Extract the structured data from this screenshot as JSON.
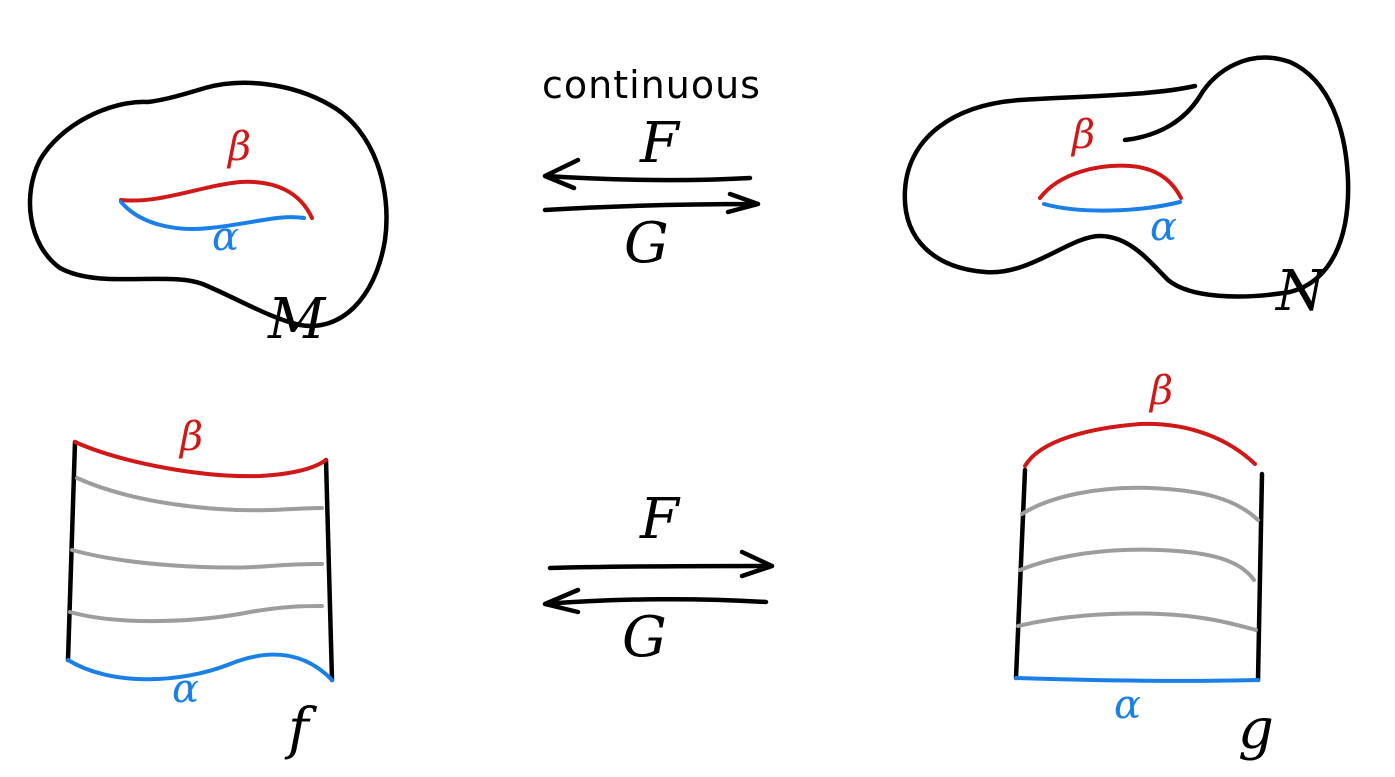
{
  "top_row": {
    "arrow_label_continuous": "continuous",
    "arrow_label_F": "F",
    "arrow_label_G": "G",
    "left_space": {
      "name": "M",
      "curve_beta": "β",
      "curve_alpha": "α"
    },
    "right_space": {
      "name": "N",
      "curve_beta": "β",
      "curve_alpha": "α"
    }
  },
  "bottom_row": {
    "arrow_label_F": "F",
    "arrow_label_G": "G",
    "left_homotopy": {
      "name": "f",
      "edge_beta": "β",
      "edge_alpha": "α"
    },
    "right_homotopy": {
      "name": "g",
      "edge_beta": "β",
      "edge_alpha": "α"
    }
  },
  "colors": {
    "ink": "#000000",
    "beta": "#d01818",
    "alpha": "#1a7fe6",
    "intermediate": "#9d9d9d"
  }
}
